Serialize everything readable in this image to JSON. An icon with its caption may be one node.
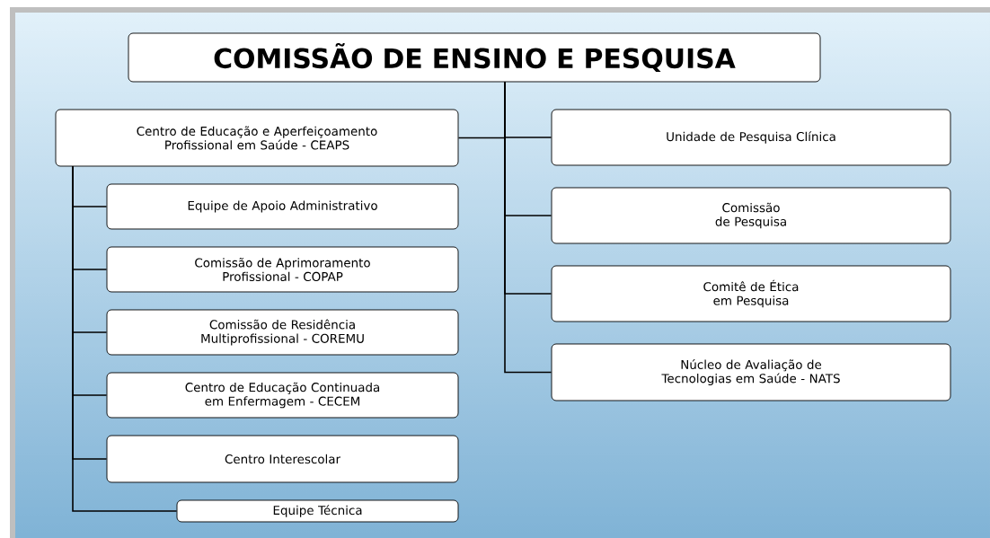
{
  "diagram": {
    "nodes": [
      {
        "text": [
          "COMISSÃO DE ENSINO E PESQUISA"
        ]
      },
      {
        "text": [
          "Centro de Educação e Aperfeiçoamento Profissional em Saúde - CEAPS"
        ]
      },
      {
        "text": [
          "Equipe de Apoio Administrativo"
        ]
      },
      {
        "text": [
          "Comissão de Aprimoramento Profissional - COPAP"
        ]
      },
      {
        "text": [
          "Comissão de Residência Multiprofissional - COREMU"
        ]
      },
      {
        "text": [
          "Centro de Educação Continuada em Enfermagem - CECEM"
        ]
      },
      {
        "text": [
          "Centro Interescolar"
        ]
      },
      {
        "text": [
          "Equipe Técnica"
        ]
      },
      {
        "text": [
          "Unidade de Pesquisa Clínica"
        ]
      },
      {
        "text": [
          "Comissão de Pesquisa"
        ]
      },
      {
        "text": [
          "Comitê de Ética em Pesquisa"
        ]
      },
      {
        "text": [
          "Núcleo de Avaliação de Tecnologias em Saúde - NATS"
        ]
      }
    ],
    "edges": [
      {
        "from": 0,
        "to": 1,
        "arrow": "none"
      },
      {
        "from": 0,
        "to": 8,
        "arrow": "none"
      },
      {
        "from": 0,
        "to": 9,
        "arrow": "none"
      },
      {
        "from": 0,
        "to": 10,
        "arrow": "none"
      },
      {
        "from": 0,
        "to": 11,
        "arrow": "none"
      },
      {
        "from": 1,
        "to": 2,
        "arrow": "none"
      },
      {
        "from": 1,
        "to": 3,
        "arrow": "none"
      },
      {
        "from": 1,
        "to": 4,
        "arrow": "none"
      },
      {
        "from": 1,
        "to": 5,
        "arrow": "none"
      },
      {
        "from": 1,
        "to": 6,
        "arrow": "none"
      },
      {
        "from": 1,
        "to": 7,
        "arrow": "none"
      }
    ]
  }
}
